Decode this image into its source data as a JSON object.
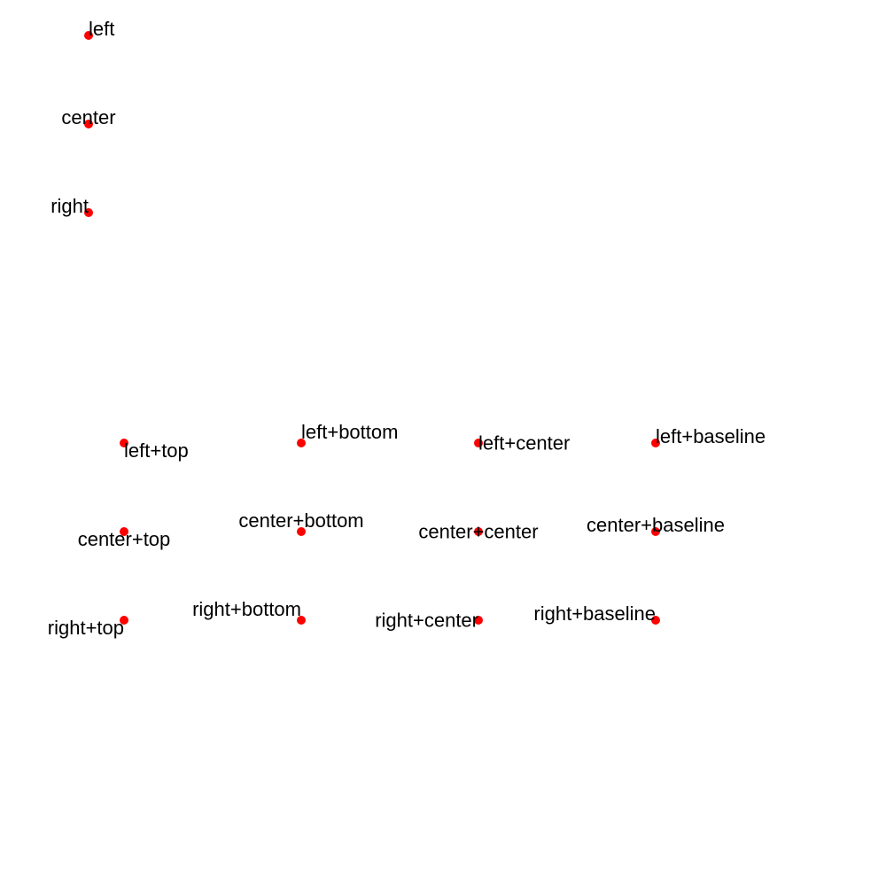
{
  "colors": {
    "background": "#ffffff",
    "point": "#ff0000",
    "text": "#000000"
  },
  "horizontal_demo": {
    "items": [
      {
        "label": "left",
        "align": "left",
        "valign": "baseline"
      },
      {
        "label": "center",
        "align": "center",
        "valign": "baseline"
      },
      {
        "label": "right",
        "align": "right",
        "valign": "baseline"
      }
    ]
  },
  "combined_demo": {
    "rows": [
      {
        "items": [
          {
            "label": "left+top",
            "align": "left",
            "valign": "top"
          },
          {
            "label": "left+bottom",
            "align": "left",
            "valign": "bottom"
          },
          {
            "label": "left+center",
            "align": "left",
            "valign": "center"
          },
          {
            "label": "left+baseline",
            "align": "left",
            "valign": "baseline"
          }
        ]
      },
      {
        "items": [
          {
            "label": "center+top",
            "align": "center",
            "valign": "top"
          },
          {
            "label": "center+bottom",
            "align": "center",
            "valign": "bottom"
          },
          {
            "label": "center+center",
            "align": "center",
            "valign": "center"
          },
          {
            "label": "center+baseline",
            "align": "center",
            "valign": "baseline"
          }
        ]
      },
      {
        "items": [
          {
            "label": "right+top",
            "align": "right",
            "valign": "top"
          },
          {
            "label": "right+bottom",
            "align": "right",
            "valign": "bottom"
          },
          {
            "label": "right+center",
            "align": "right",
            "valign": "center"
          },
          {
            "label": "right+baseline",
            "align": "right",
            "valign": "baseline"
          }
        ]
      }
    ]
  }
}
